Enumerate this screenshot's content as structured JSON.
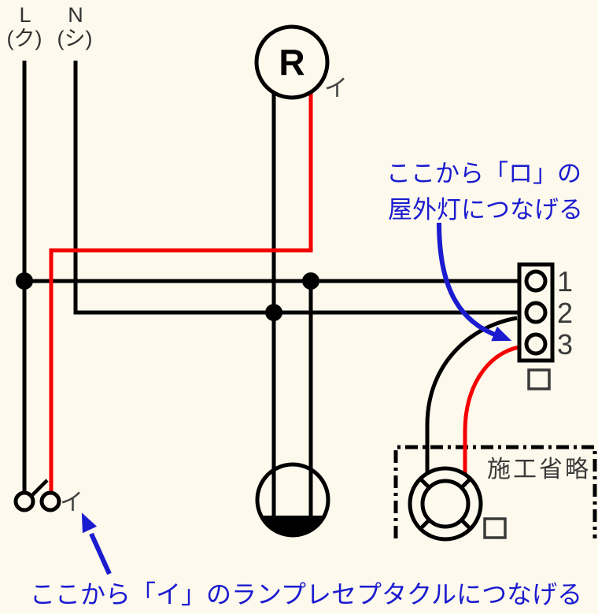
{
  "source": {
    "l_label": "L",
    "l_sub": "(ク)",
    "n_label": "N",
    "n_sub": "(シ)"
  },
  "receptacle_r": {
    "letter": "R",
    "circuit": "イ"
  },
  "switch": {
    "circuit": "イ"
  },
  "terminal_block": {
    "terminals": [
      "1",
      "2",
      "3"
    ],
    "circuit": "ロ"
  },
  "outdoor_light": {
    "note": "施工省略",
    "circuit": "ロ"
  },
  "annotations": {
    "top_line1": "ここから「ロ」の",
    "top_line2": "屋外灯につなげる",
    "bottom": "ここから「イ」のランプレセプタクルにつなげる"
  },
  "colors": {
    "background": "#fdf9ec",
    "wire_black": "#000000",
    "wire_red": "#f40000",
    "annotation_blue": "#1b1bd0",
    "label_gray": "#3a3a3a"
  }
}
